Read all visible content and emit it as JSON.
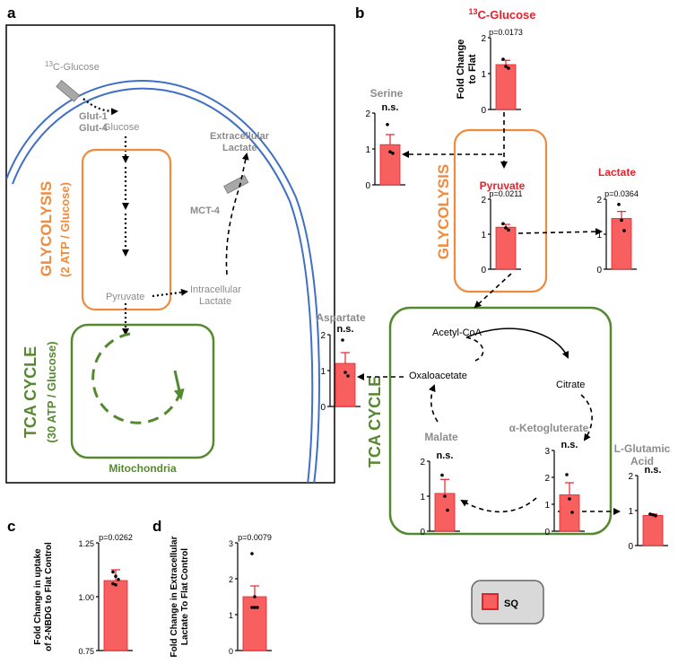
{
  "panels": {
    "a": "a",
    "b": "b",
    "c": "c",
    "d": "d"
  },
  "panel_a": {
    "glucose_in": "C-Glucose",
    "iso_sup": "13",
    "transporters": [
      "Glut-1",
      "Glut-4"
    ],
    "glucose": "Glucose",
    "glycolysis": "GLYCOLYSIS",
    "glycolysis_atp": "(2 ATP / Glucose)",
    "pyruvate": "Pyruvate",
    "intracellular": [
      "Intracellular",
      "Lactate"
    ],
    "mct": "MCT-4",
    "extracellular": [
      "Extracellular",
      "Lactate"
    ],
    "tca": "TCA CYCLE",
    "tca_atp": "(30 ATP / Glucose)",
    "mito": "Mitochondria"
  },
  "panel_b": {
    "glucose_title": "C-Glucose",
    "glucose_sup": "13",
    "ylabel": [
      "Fold Change",
      "to Flat"
    ],
    "glycolysis": "GLYCOLYSIS",
    "tca": "TCA CYCLE",
    "acetyl": "Acetyl-CoA",
    "citrate": "Citrate",
    "oxalo": "Oxaloacetate",
    "legend_label": "SQ",
    "colors": {
      "bar": "#f86060",
      "edge": "#e8202a",
      "orange": "#f08a3c",
      "green": "#55892f",
      "blue": "#3f6fc7"
    }
  },
  "chart_data": [
    {
      "type": "bar",
      "title": "C-Glucose",
      "annotation": "p=0.0173",
      "ylim": [
        0,
        2
      ],
      "ticks": [
        "0",
        "1",
        "2"
      ],
      "values": [
        1.25
      ],
      "error": 0.12,
      "points": [
        1.4,
        1.2,
        1.15
      ]
    },
    {
      "type": "bar",
      "title": "Serine",
      "annotation": "n.s.",
      "ylim": [
        0,
        2
      ],
      "ticks": [
        "0",
        "1",
        "2"
      ],
      "values": [
        1.12
      ],
      "error": 0.28,
      "points": [
        1.68,
        0.92,
        0.88
      ]
    },
    {
      "type": "bar",
      "title": "Pyruvate",
      "annotation": "p=0.0211",
      "ylim": [
        0,
        2
      ],
      "ticks": [
        "0",
        "1",
        "2"
      ],
      "values": [
        1.2
      ],
      "error": 0.08,
      "points": [
        1.3,
        1.18,
        1.12
      ]
    },
    {
      "type": "bar",
      "title": "Lactate",
      "annotation": "p=0.0364",
      "ylim": [
        0,
        2
      ],
      "ticks": [
        "0",
        "1",
        "2"
      ],
      "values": [
        1.45
      ],
      "error": 0.2,
      "points": [
        1.85,
        1.4,
        1.1
      ]
    },
    {
      "type": "bar",
      "title": "Aspartate",
      "annotation": "n.s.",
      "ylim": [
        0,
        2
      ],
      "ticks": [
        "0",
        "1",
        "2"
      ],
      "values": [
        1.2
      ],
      "error": 0.3,
      "points": [
        1.85,
        0.95,
        0.85
      ]
    },
    {
      "type": "bar",
      "title": "Malate",
      "annotation": "n.s.",
      "ylim": [
        0,
        2
      ],
      "ticks": [
        "0",
        "1",
        "2"
      ],
      "values": [
        1.08
      ],
      "error": 0.4,
      "points": [
        1.6,
        1.0,
        0.6
      ]
    },
    {
      "type": "bar",
      "title": "α-Ketogluterate",
      "annotation": "n.s.",
      "ylim": [
        0,
        3
      ],
      "ticks": [
        "0",
        "1",
        "2",
        "3"
      ],
      "values": [
        1.35
      ],
      "error": 0.45,
      "points": [
        2.1,
        1.2,
        0.7
      ]
    },
    {
      "type": "bar",
      "title": "L-Glutamic Acid",
      "annotation": "n.s.",
      "ylim": [
        0,
        2
      ],
      "ticks": [
        "0",
        "1",
        "2"
      ],
      "values": [
        0.86
      ],
      "error": 0.04,
      "points": [
        0.9,
        0.88,
        0.85
      ]
    },
    {
      "type": "bar",
      "ylabel": "Fold Change in uptake of 2-NBDG to Flat Control",
      "annotation": "p=0.0262",
      "ylim": [
        0.75,
        1.25
      ],
      "ticks": [
        "0.75",
        "1.00",
        "1.25"
      ],
      "values": [
        1.075
      ],
      "error": 0.05,
      "points": [
        1.115,
        1.095,
        1.08,
        1.06,
        1.055
      ]
    },
    {
      "type": "bar",
      "ylabel": "Fold Change in Extracellular Lactate To Flat Control",
      "annotation": "p=0.0079",
      "ylim": [
        0,
        3
      ],
      "ticks": [
        "0",
        "1",
        "2",
        "3"
      ],
      "values": [
        1.5
      ],
      "error": 0.3,
      "points": [
        2.7,
        1.5,
        1.2,
        1.2,
        1.2
      ]
    }
  ]
}
